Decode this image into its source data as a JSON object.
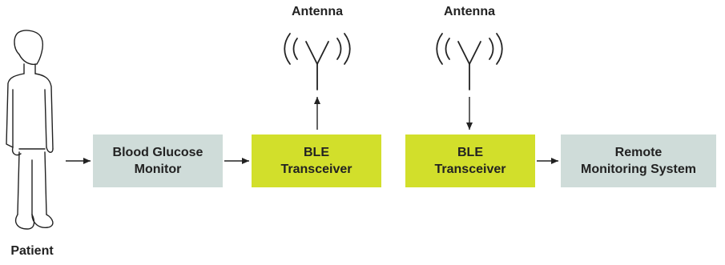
{
  "patient": {
    "label": "Patient"
  },
  "nodes": {
    "glucose_monitor": {
      "label": "Blood Glucose\nMonitor"
    },
    "ble_tx": {
      "label": "BLE\nTransceiver"
    },
    "ble_rx": {
      "label": "BLE\nTransceiver"
    },
    "remote_system": {
      "label": "Remote\nMonitoring System"
    }
  },
  "antennas": {
    "tx": {
      "label": "Antenna"
    },
    "rx": {
      "label": "Antenna"
    }
  },
  "colors": {
    "monitor_fill": "#cfdcd9",
    "transceiver_fill": "#d2df2b",
    "line": "#222222"
  }
}
